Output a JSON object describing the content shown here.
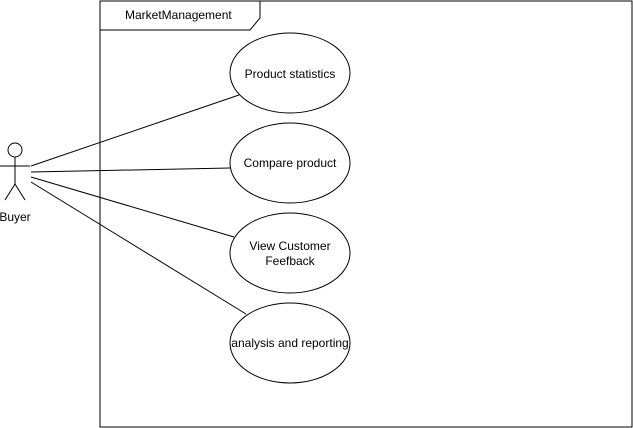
{
  "system": {
    "name": "MarketManagement"
  },
  "actor": {
    "name": "Buyer"
  },
  "use_cases": [
    {
      "lines": [
        "Product statistics"
      ]
    },
    {
      "lines": [
        "Compare product"
      ]
    },
    {
      "lines": [
        "View Customer",
        "Feefback"
      ]
    },
    {
      "lines": [
        "analysis and reporting"
      ]
    }
  ],
  "colors": {
    "stroke": "#000000",
    "background": "#ffffff"
  }
}
